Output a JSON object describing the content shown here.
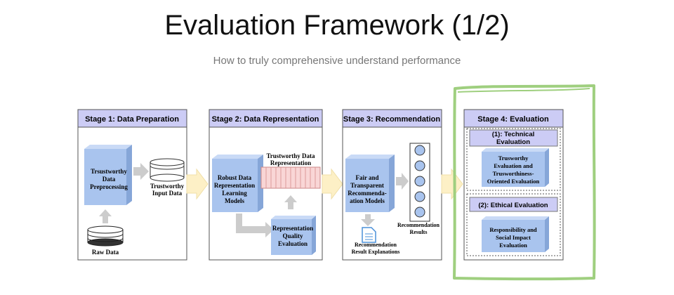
{
  "title": "Evaluation Framework (1/2)",
  "subtitle": "How to truly comprehensive understand performance",
  "colors": {
    "stage_header": "#ccccf5",
    "box_blue": "#a9c4ee",
    "arrow_yellow": "#fdf0c6",
    "highlight_green": "#9fcf7f",
    "rep_pink": "#f9d6d6"
  },
  "stages": {
    "s1": {
      "header": "Stage 1: Data Preparation",
      "box": [
        "Trsustworthy",
        "Data",
        "Preprocessing"
      ],
      "input_label": [
        "Trustworthy",
        "Input Data"
      ],
      "raw_label": "Raw Data"
    },
    "s2": {
      "header": "Stage 2: Data Representation",
      "box": [
        "Robust Data",
        "Representation",
        "Learning",
        "Models"
      ],
      "rep_label": [
        "Trustworthy Data",
        "Representation"
      ],
      "quality_box": [
        "Representation",
        "Quality",
        "Evaluation"
      ]
    },
    "s3": {
      "header": "Stage 3: Recommendation",
      "box": [
        "Fair and",
        "Transparent",
        "Recommenda-",
        "ation Models"
      ],
      "results_label": [
        "Recommendation",
        "Results"
      ],
      "explain_label": [
        "Recommendation",
        "Result Explanations"
      ]
    },
    "s4": {
      "header": "Stage 4:  Evaluation",
      "tech_header": [
        "(1): Technical",
        "Evaluation"
      ],
      "tech_box": [
        "Trusworthy",
        "Evaluation and",
        "Trusworthiness-",
        "Oriented Evaluation"
      ],
      "eth_header": "(2): Ethical Evaluation",
      "eth_box": [
        "Responsibility and",
        "Social Impact",
        "Evaluation"
      ]
    }
  }
}
